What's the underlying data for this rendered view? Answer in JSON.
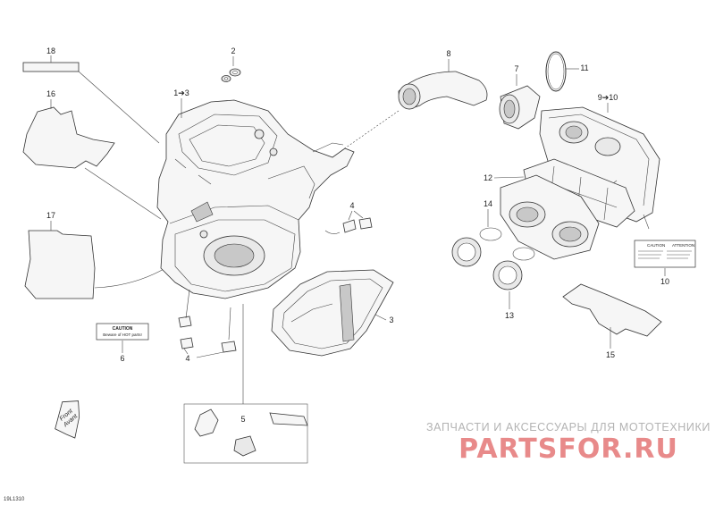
{
  "callouts": {
    "c18": "18",
    "c16": "16",
    "c17": "17",
    "c2": "2",
    "c1to3": "1➔3",
    "c8": "8",
    "c7": "7",
    "c11": "11",
    "c9to10": "9➔10",
    "c12": "12",
    "c14": "14",
    "c4a": "4",
    "c4b": "4",
    "c6": "6",
    "c3": "3",
    "c5": "5",
    "c13": "13",
    "c10": "10",
    "c15": "15"
  },
  "labels": {
    "caution_title": "CAUTION",
    "caution_text": "Beware of HOT parts!",
    "warn_caution": "CAUTION",
    "warn_attention": "ATTENTION",
    "front": "Front",
    "avant": "Avant"
  },
  "watermark": {
    "line1": "ЗАПЧАСТИ И АКСЕССУАРЫ ДЛЯ МОТОТЕХНИКИ",
    "line2": "PARTSFOR.RU"
  },
  "diagram_code": "19L1310",
  "colors": {
    "watermark_red": "#e88a8a",
    "watermark_gray": "#b3b3b3",
    "line": "#333333"
  }
}
